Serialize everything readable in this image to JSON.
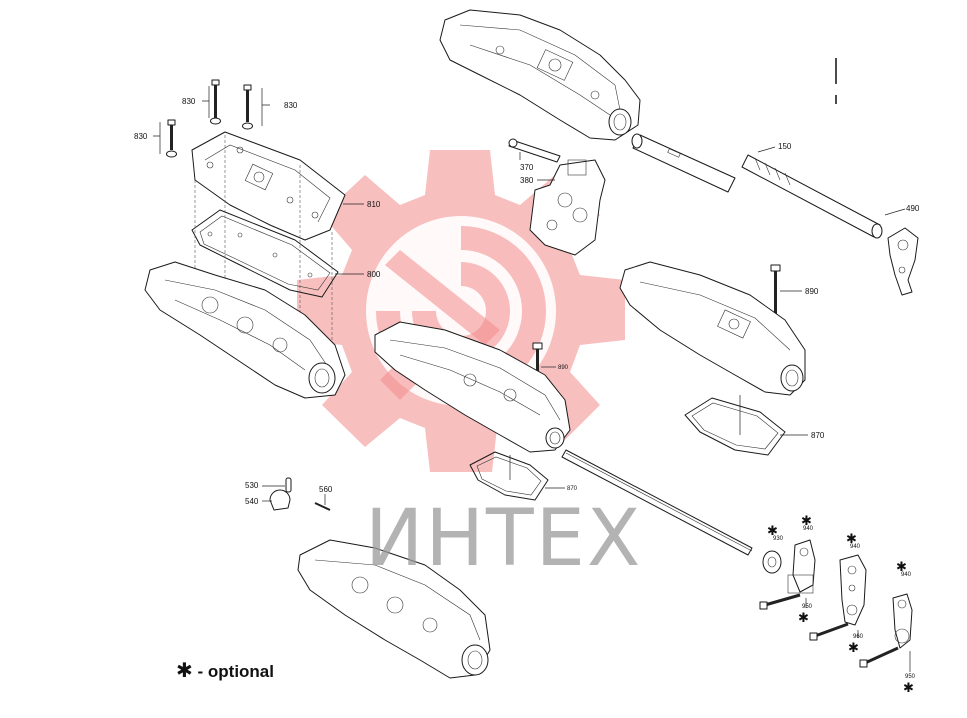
{
  "diagram": {
    "labels": {
      "p830a": "830",
      "p830b": "830",
      "p830c": "830",
      "p810": "810",
      "p800": "800",
      "p370": "370",
      "p380": "380",
      "p150": "150",
      "p490": "490",
      "p890a": "890",
      "p890b": "890",
      "p870a": "870",
      "p870b": "870",
      "p530": "530",
      "p540": "540",
      "p560": "560",
      "p930": "930",
      "p940a": "940",
      "p940b": "940",
      "p940c": "940",
      "p950a": "950",
      "p950b": "950",
      "p960": "960"
    },
    "optional_marker": "✱",
    "legend_text": "- optional"
  },
  "watermark": {
    "text": "ИНТЕХ",
    "gear_color": "#f28b8b",
    "text_color": "#9a9a9a"
  }
}
